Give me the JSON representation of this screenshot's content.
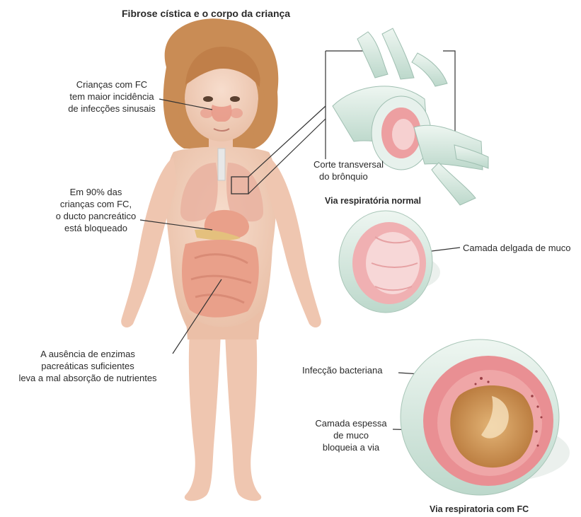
{
  "title": "Fibrose cística e o corpo da criança",
  "labels": {
    "sinus": [
      "Crianças com FC",
      "tem maior incidência",
      "de infecções sinusais"
    ],
    "pancreas": [
      "Em 90% das",
      "crianças com FC,",
      "o ducto pancreático",
      "está bloqueado"
    ],
    "enzymes": [
      "A ausência de enzimas",
      "pacreáticas suficientes",
      "leva a mal absorção de nutrientes"
    ],
    "section": [
      "Corte transversal",
      "do brônquio"
    ],
    "normal_airway": "Via respiratória normal",
    "thin_mucus": "Camada delgada de muco",
    "bacterial_infection": "Infecção bacteriana",
    "thick_mucus": [
      "Camada espessa",
      "de muco",
      "bloqueia a via"
    ],
    "cf_airway": "Via respiratoria com FC"
  },
  "colors": {
    "skin": "#f3d2bf",
    "skin_shadow": "#e2b49c",
    "hair": "#c98c55",
    "organ": "#e9a08a",
    "airway_outer": "#d9ebe3",
    "airway_inner": "#e98f93",
    "mucus": "#d8a569",
    "leader": "#333333"
  }
}
